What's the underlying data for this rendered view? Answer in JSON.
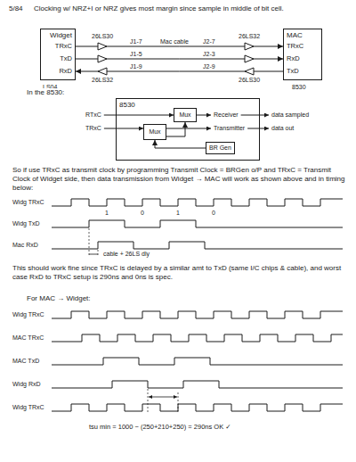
{
  "diagram": {
    "nodes": [
      {
        "text": [
          "Widget",
          "TRxC",
          "TxD",
          "RxD"
        ]
      },
      {
        "text": [
          "MAC",
          "TRxC",
          "RxD",
          "TxD"
        ]
      },
      {
        "text": [
          "8530"
        ]
      },
      {
        "text": [
          "Mux"
        ],
        "in": 2
      },
      {
        "text": [
          "Mux"
        ],
        "in": 2
      },
      {
        "text": [
          "BR Gen"
        ],
        "in": 2
      }
    ],
    "edges": [
      {
        "from": 0,
        "to": 1,
        "arrow": "to"
      },
      {
        "from": 0,
        "to": 1,
        "arrow": "to"
      },
      {
        "from": 1,
        "to": 0,
        "arrow": "to"
      },
      {
        "from": 5,
        "to": 4,
        "arrow": "to"
      },
      {
        "from": 4,
        "to": 3,
        "arrow": "to"
      }
    ],
    "labels": [
      "5/84",
      "Clocking w/ NRZ+I or NRZ gives most margin since sample in middle of bit cell.",
      "26LS30",
      "J1-7",
      "Mac cable",
      "J2-7",
      "26LS32",
      "J1-5",
      "J2-3",
      "J1-9",
      "J2-9",
      "26LS32",
      "26LS30",
      "LS04",
      "8530",
      "In the 8530:",
      "RTxC",
      "TRxC",
      "Receiver",
      "data sampled",
      "Transmitter",
      "data out",
      "So if use TRxC as transmit clock by programming Transmit Clock = BRGen o/P and TRxC = Transmit Clock of Widget side, then data transmission from Widget → MAC will work as shown above and in timing below:",
      "Widg TRxC",
      "Widg TxD",
      "Mac RxD",
      "1",
      "0",
      "1",
      "0",
      "cable + 26LS dly",
      "This should work fine since TRxC is delayed by a similar amt to TxD (same I/C chips & cable), and worst case RxD to TRxC setup is 290ns and 0ns is spec.",
      "For MAC → Widget:",
      "Widg TRxC",
      "MAC TRxC",
      "MAC TxD",
      "Widg RxD",
      "Widg TRxC",
      "tsu min = 1000 − (250+210+250) = 290ns OK ✓"
    ]
  }
}
